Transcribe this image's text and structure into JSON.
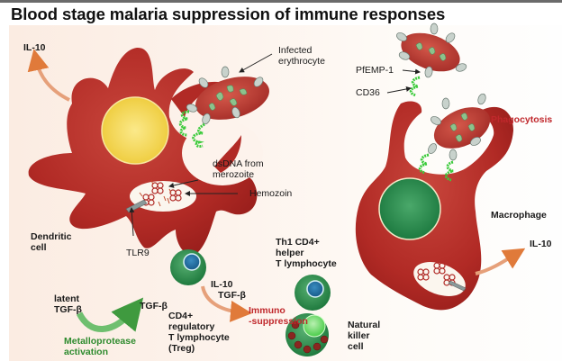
{
  "title": "Blood stage malaria suppression of immune responses",
  "colors": {
    "cell_red": "#b32a26",
    "nucleus_yellow": "#f2d24a",
    "macrophage_nucleus": "#2a8a4e",
    "lymphocyte_green": "#2e8a4a",
    "lymphocyte_nucleus": "#1e6aa0",
    "receptor_green": "#3ccb3c",
    "knob_gray": "#c8d2cc",
    "arrow_orange": "#e08a52",
    "arrow_green": "#5aaa5a",
    "text_red": "#c0282c",
    "text_green": "#2e8b2e"
  },
  "labels": {
    "il10_top_left": "IL-10",
    "infected_erythrocyte_line1": "Infected",
    "infected_erythrocyte_line2": "erythrocyte",
    "dsdna_line1": "dsDNA from",
    "dsdna_line2": "merozoite",
    "hemozoin": "Hemozoin",
    "dendritic_line1": "Dendritic",
    "dendritic_line2": "cell",
    "tlr9": "TLR9",
    "latent_line1": "latent",
    "latent_line2": "TGF-β",
    "tgfb": "TGF-β",
    "metallo_line1": "Metalloprotease",
    "metallo_line2": "activation",
    "treg_line1": "CD4+",
    "treg_line2": "regulatory",
    "treg_line3": "T lymphocyte",
    "treg_line4": "(Treg)",
    "il10_treg": "IL-10",
    "tgfb_treg": "TGF-β",
    "immuno_line1": "Immuno",
    "immuno_line2": "-suppression",
    "th1_line1": "Th1 CD4+",
    "th1_line2": "helper",
    "th1_line3": "T lymphocyte",
    "nk_line1": "Natural",
    "nk_line2": "killer",
    "nk_line3": "cell",
    "pfemp1": "PfEMP-1",
    "cd36": "CD36",
    "phagocytosis": "Phagocytosis",
    "macrophage": "Macrophage",
    "il10_right": "IL-10"
  }
}
